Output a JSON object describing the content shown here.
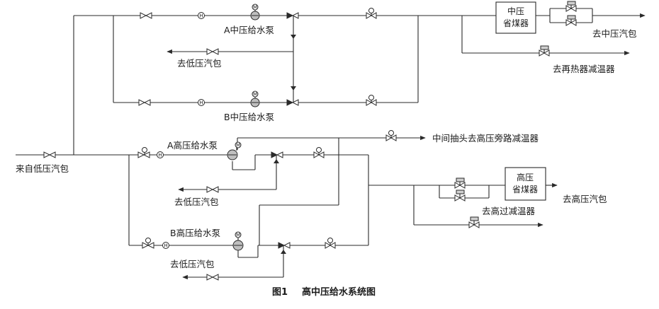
{
  "labels": {
    "pump_a_mp": "A中压给水泵",
    "to_lp_drum_1": "去低压汽包",
    "pump_b_mp": "B中压给水泵",
    "mp_economizer_line1": "中压",
    "mp_economizer_line2": "省煤器",
    "to_mp_drum": "去中压汽包",
    "to_reheater_desup": "去再热器减温器",
    "from_lp_drum": "来自低压汽包",
    "pump_a_hp": "A高压给水泵",
    "to_lp_drum_2": "去低压汽包",
    "pump_b_hp": "B高压给水泵",
    "to_lp_drum_3": "去低压汽包",
    "mid_tap_to_bypass": "中间抽头去高压旁路减温器",
    "hp_economizer_line1": "高压",
    "hp_economizer_line2": "省煤器",
    "to_hp_drum": "去高压汽包",
    "to_hp_superheater_desup": "去高过减温器"
  },
  "symbol_letters": {
    "motor": "M",
    "flowmeter": "H"
  },
  "caption": {
    "figure_number": "图1",
    "title": "高中压给水系统图"
  }
}
